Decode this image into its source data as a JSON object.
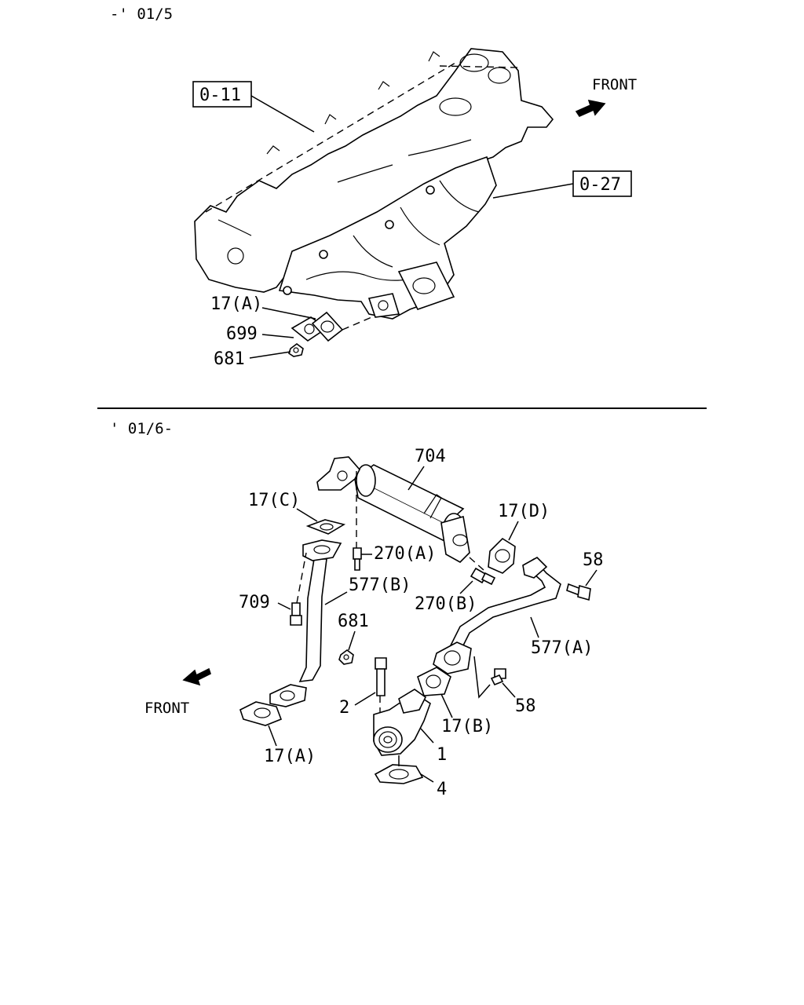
{
  "sections": [
    {
      "range": "-' 01/5",
      "front_label": "FRONT",
      "boxed_labels": [
        "0-11",
        "0-27"
      ],
      "callouts": [
        "17(A)",
        "699",
        "681"
      ]
    },
    {
      "range": "' 01/6-",
      "front_label": "FRONT",
      "callouts": [
        "704",
        "17(C)",
        "17(D)",
        "270(A)",
        "58",
        "577(B)",
        "709",
        "270(B)",
        "681",
        "577(A)",
        "2",
        "58",
        "17(B)",
        "17(A)",
        "1",
        "4"
      ]
    }
  ],
  "icons": [
    "front-arrow-icon"
  ]
}
